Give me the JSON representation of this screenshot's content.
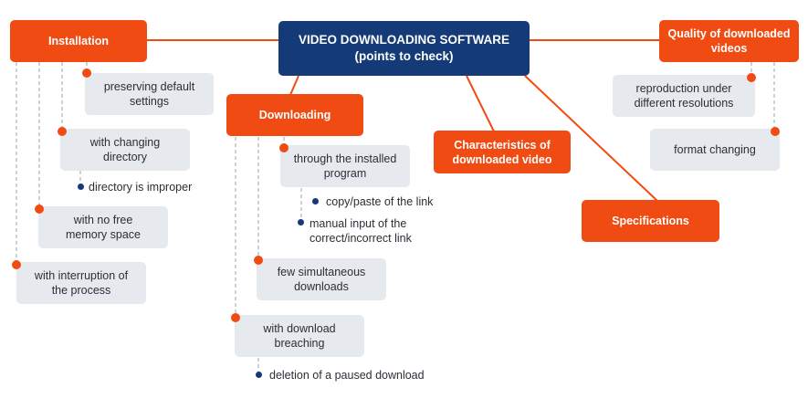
{
  "center": {
    "title": "VIDEO DOWNLOADING SOFTWARE",
    "subtitle": "(points to check)"
  },
  "branches": {
    "installation": "Installation",
    "downloading": "Downloading",
    "characteristics": "Characteristics of downloaded video",
    "specifications": "Specifications",
    "quality": "Quality of downloaded videos"
  },
  "installation_items": {
    "preserving": "preserving default settings",
    "changing_dir": "with changing directory",
    "dir_improper": "directory is improper",
    "no_memory": "with no free memory space",
    "interruption": "with interruption of the process"
  },
  "downloading_items": {
    "installed_program": "through the installed program",
    "copy_paste": "copy/paste of the link",
    "manual_input": "manual input of the correct/incorrect link",
    "simultaneous": "few simultaneous downloads",
    "breaching": "with download breaching",
    "deletion": "deletion of a paused download"
  },
  "quality_items": {
    "reproduction": "reproduction under different resolutions",
    "format": "format changing"
  },
  "colors": {
    "navy": "#153a78",
    "orange": "#ef4b12",
    "grey_box": "#e6eaee"
  }
}
